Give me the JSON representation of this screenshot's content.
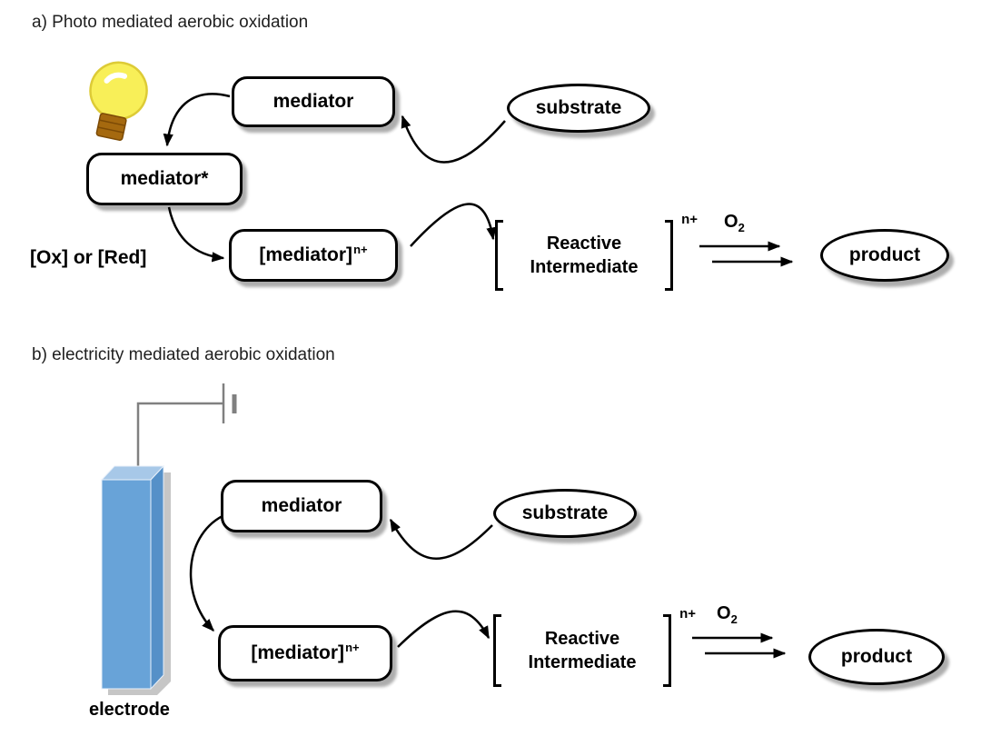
{
  "panel_a": {
    "title": "a) Photo mediated aerobic oxidation",
    "nodes": {
      "mediator": "mediator",
      "mediator_excited": "mediator*",
      "mediator_oxidized_base": "[mediator]",
      "mediator_oxidized_sup": "n+",
      "substrate": "substrate",
      "ox_red_label": "[Ox] or [Red]",
      "intermediate_line1": "Reactive",
      "intermediate_line2": "Intermediate",
      "intermediate_sup": "n+",
      "oxygen_base": "O",
      "oxygen_sub": "2",
      "product": "product"
    },
    "icons": {
      "light_source": "light-bulb-icon"
    }
  },
  "panel_b": {
    "title": "b) electricity mediated aerobic oxidation",
    "nodes": {
      "mediator": "mediator",
      "mediator_oxidized_base": "[mediator]",
      "mediator_oxidized_sup": "n+",
      "substrate": "substrate",
      "electrode_label": "electrode",
      "intermediate_line1": "Reactive",
      "intermediate_line2": "Intermediate",
      "intermediate_sup": "n+",
      "oxygen_base": "O",
      "oxygen_sub": "2",
      "product": "product"
    },
    "icons": {
      "electrode": "electrode-icon",
      "power_supply": "power-supply-icon"
    }
  },
  "colors": {
    "electrode_blue_front": "#68a3d8",
    "electrode_blue_top": "#a7c8e8",
    "electrode_blue_side": "#5590c8",
    "bulb_yellow": "#f8ef58",
    "bulb_outline": "#ddcb36",
    "bulb_base_brown": "#a5690f",
    "wire_gray": "#808080",
    "shadow_gray": "#c6c6c6",
    "line_black": "#000000",
    "background": "#ffffff"
  }
}
